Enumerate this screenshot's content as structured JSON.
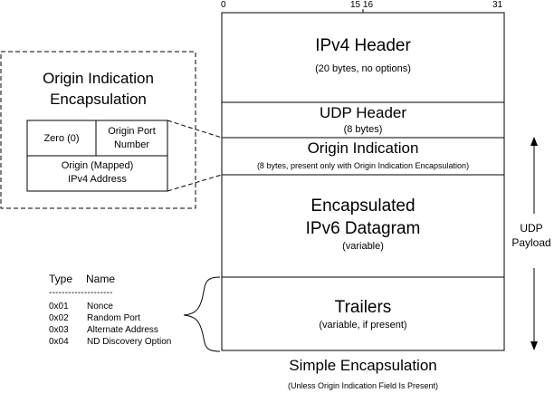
{
  "bit_ruler": {
    "b0": "0",
    "b15_16": "15 16",
    "b31": "31"
  },
  "stack": {
    "ipv4": {
      "title": "IPv4 Header",
      "sub": "(20 bytes, no options)"
    },
    "udp": {
      "title": "UDP Header",
      "sub": "(8 bytes)"
    },
    "origin": {
      "title": "Origin Indication",
      "sub": "(8 bytes, present only with Origin Indication Encapsulation)"
    },
    "ipv6": {
      "title_line1": "Encapsulated",
      "title_line2": "IPv6 Datagram",
      "sub": "(variable)"
    },
    "trailers": {
      "title": "Trailers",
      "sub": "(variable, if present)"
    }
  },
  "caption": {
    "title": "Simple Encapsulation",
    "sub": "(Unless Origin Indication Field Is Present)"
  },
  "udp_payload": {
    "line1": "UDP",
    "line2": "Payload"
  },
  "inset": {
    "title_line1": "Origin Indication",
    "title_line2": "Encapsulation",
    "zero": "Zero (0)",
    "port_line1": "Origin Port",
    "port_line2": "Number",
    "addr_line1": "Origin (Mapped)",
    "addr_line2": "IPv4 Address"
  },
  "legend": {
    "col_type": "Type",
    "col_name": "Name",
    "divider": "--------------------",
    "rows": [
      {
        "type": "0x01",
        "name": "Nonce"
      },
      {
        "type": "0x02",
        "name": "Random Port"
      },
      {
        "type": "0x03",
        "name": "Alternate Address"
      },
      {
        "type": "0x04",
        "name": "ND Discovery Option"
      }
    ]
  }
}
